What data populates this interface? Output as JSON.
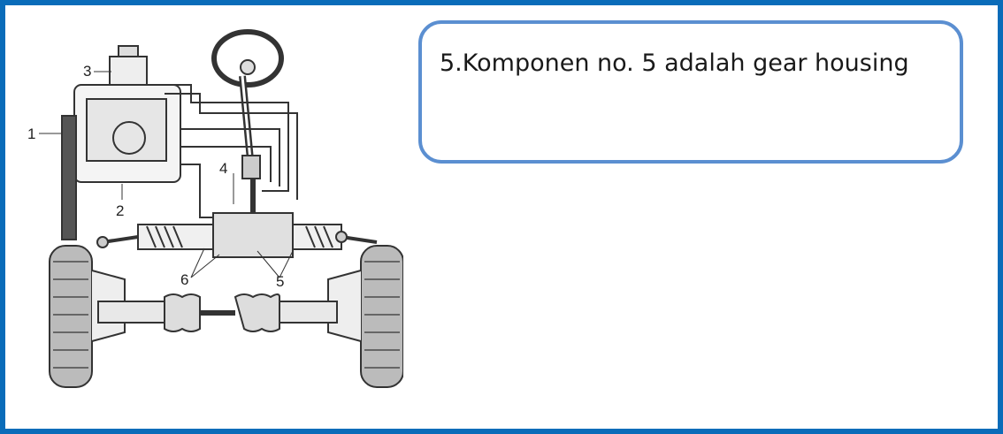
{
  "diagram": {
    "labels": {
      "l1": "1",
      "l2": "2",
      "l3": "3",
      "l4": "4",
      "l5": "5",
      "l6": "6"
    }
  },
  "callout": {
    "text": "5.Komponen no. 5 adalah gear housing"
  },
  "colors": {
    "frame_border": "#0a6cb9",
    "callout_border": "#5b8fd1"
  }
}
